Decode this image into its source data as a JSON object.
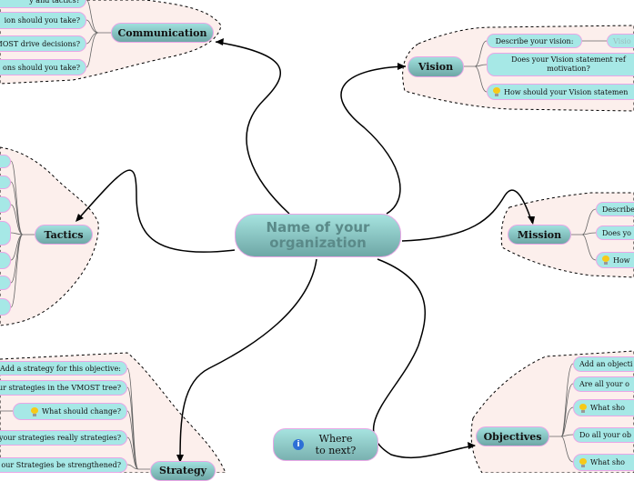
{
  "central": {
    "title": "Name of your organization"
  },
  "where_to_next": {
    "label": "Where to next?",
    "icon": "info-icon"
  },
  "communication": {
    "title": "Communication",
    "children": [
      "y and tactics?",
      "ion should you take?",
      "MOST drive decisions?",
      "ons should you take?"
    ]
  },
  "vision": {
    "title": "Vision",
    "children": [
      "Describe your vision:",
      "Does your Vision statement ref motivation?",
      "How should your Vision statemen"
    ],
    "sub": "Visio"
  },
  "mission": {
    "title": "Mission",
    "children": [
      "Describe",
      "Does yo",
      "How"
    ]
  },
  "tactics": {
    "title": "Tactics"
  },
  "strategy": {
    "title": "Strategy",
    "children": [
      "Add a strategy for this objective:",
      "ur strategies in the VMOST tree?",
      "What should change?",
      "your strategies really strategies?",
      "our Strategies be strengthened?"
    ]
  },
  "objectives": {
    "title": "Objectives",
    "children": [
      "Add an objecti",
      "Are all your o",
      "What sho",
      "Do all your ob",
      "What sho"
    ]
  },
  "colors": {
    "blob": "#fcefec",
    "node": "#a6e8e6",
    "border": "#e9a6e6"
  }
}
